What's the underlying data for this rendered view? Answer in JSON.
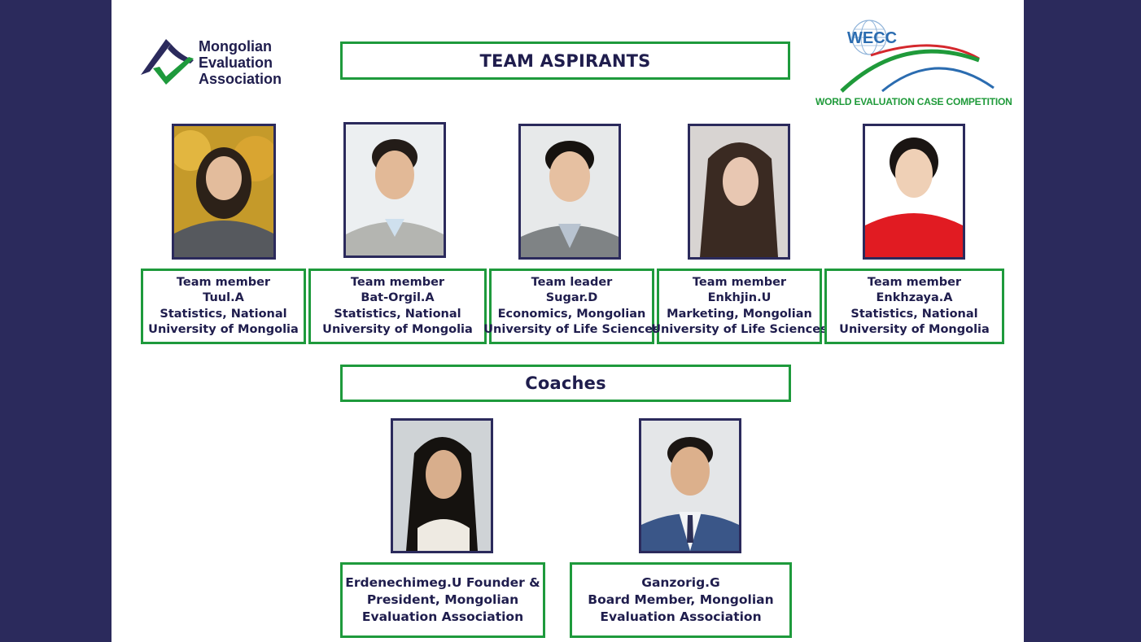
{
  "logos": {
    "mea": {
      "lines": [
        "Mongolian",
        "Evaluation",
        "Association"
      ]
    },
    "wecc": {
      "acronym": "WECC",
      "tagline": "WORLD EVALUATION CASE COMPETITION"
    }
  },
  "team_section": {
    "title": "TEAM ASPIRANTS",
    "members": [
      {
        "lines": [
          "Team member",
          "Tuul.A",
          "Statistics, National",
          "University of Mongolia"
        ]
      },
      {
        "lines": [
          "Team member",
          "Bat-Orgil.A",
          "Statistics, National",
          "University of Mongolia"
        ]
      },
      {
        "lines": [
          "Team leader",
          "Sugar.D",
          "Economics, Mongolian",
          "University of Life Sciences"
        ]
      },
      {
        "lines": [
          "Team member",
          "Enkhjin.U",
          "Marketing, Mongolian",
          "University of Life Sciences"
        ]
      },
      {
        "lines": [
          "Team member",
          "Enkhzaya.A",
          "Statistics, National",
          "University of Mongolia"
        ]
      }
    ]
  },
  "coaches_section": {
    "title": "Coaches",
    "coaches": [
      {
        "lines": [
          "Erdenechimeg.U Founder &",
          "President, Mongolian",
          "Evaluation Association"
        ]
      },
      {
        "lines": [
          "Ganzorig.G",
          "Board Member, Mongolian",
          "Evaluation Association"
        ]
      }
    ]
  },
  "colors": {
    "navy": "#2b2a5c",
    "green_border": "#1e9a3c",
    "text": "#1f1d4d",
    "wecc_blue": "#2b6cb0",
    "wecc_green": "#1f9a3a",
    "wecc_red": "#d4282d"
  }
}
